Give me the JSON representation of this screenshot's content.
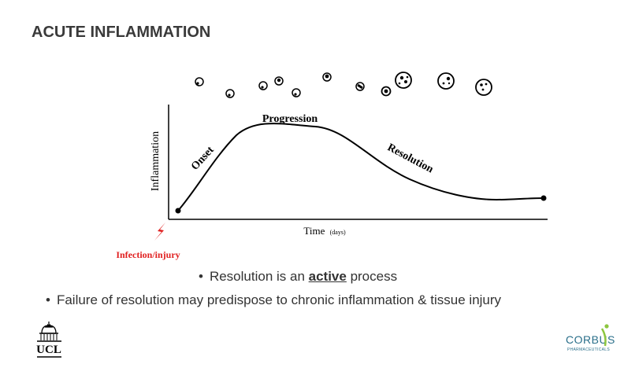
{
  "slide": {
    "title": "ACUTE INFLAMMATION"
  },
  "diagram": {
    "y_axis_label": "Inflammation",
    "x_axis_label": "Time",
    "x_axis_unit": "(days)",
    "phase_onset": "Onset",
    "phase_progression": "Progression",
    "phase_resolution": "Resolution",
    "trigger_label": "Infection/injury",
    "trigger_icon": "lightning-bolt-icon",
    "cells_icon": "cell-icon",
    "curve_color": "#000000",
    "trigger_color": "#e02020"
  },
  "bullets": {
    "b1_pre": "Resolution is an ",
    "b1_active": "active",
    "b1_post": " process",
    "b2": "Failure of resolution may predispose to chronic inflammation & tissue injury"
  },
  "logos": {
    "left": "UCL",
    "right_main": "CORBUS",
    "right_sub": "PHARMACEUTICALS"
  }
}
